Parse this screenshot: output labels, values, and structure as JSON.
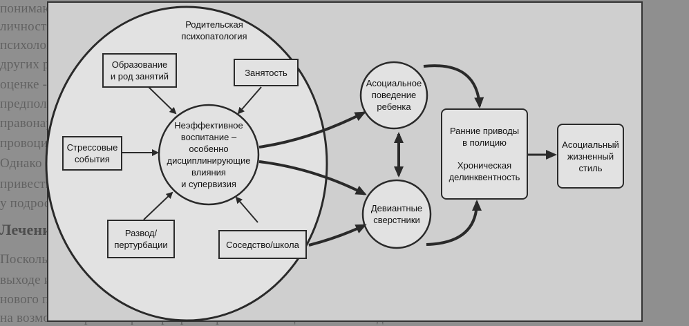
{
  "outer_circle": {
    "title_line1": "Родительская",
    "title_line2": "психопатология"
  },
  "center": {
    "line1": "Неэффективное",
    "line2": "воспитание –",
    "line3": "особенно",
    "line4": "дисциплинирующие",
    "line5": "влияния",
    "line6": "и супервизия"
  },
  "factors": {
    "education": {
      "line1": "Образование",
      "line2": "и род занятий"
    },
    "employment": {
      "label": "Занятость"
    },
    "stress": {
      "line1": "Стрессовые",
      "line2": "события"
    },
    "divorce": {
      "line1": "Развод/",
      "line2": "пертурбации"
    },
    "neighborhood": {
      "label": "Соседство/школа"
    }
  },
  "outcomes": {
    "antisocial_child": {
      "line1": "Асоциальное",
      "line2": "поведение",
      "line3": "ребенка"
    },
    "deviant_peers": {
      "line1": "Девиантные",
      "line2": "сверстники"
    },
    "arrests": {
      "line1": "Ранние приводы",
      "line2": "в полицию",
      "line3": "Хроническая",
      "line4": "делинквентность"
    },
    "lifestyle": {
      "line1": "Асоциальный",
      "line2": "жизненный",
      "line3": "стиль"
    }
  },
  "colors": {
    "background": "#8f8f8f",
    "panel": "#cfcfcf",
    "line": "#2a2a2a",
    "box": "#e2e2e2"
  }
}
